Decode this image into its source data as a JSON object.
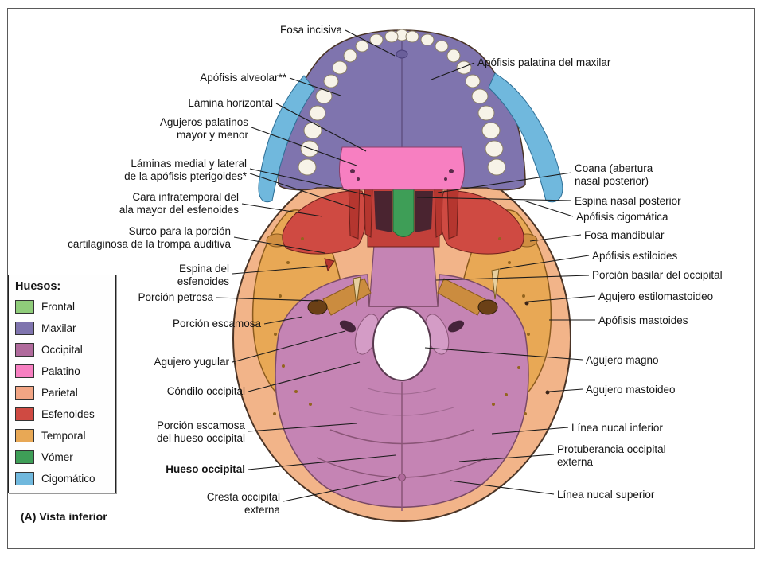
{
  "caption": "(A) Vista inferior",
  "legend": {
    "title": "Huesos:",
    "items": [
      {
        "label": "Frontal",
        "color": "#8fcc7a"
      },
      {
        "label": "Maxilar",
        "color": "#7f74ae"
      },
      {
        "label": "Occipital",
        "color": "#b06a9c"
      },
      {
        "label": "Palatino",
        "color": "#f77fc1"
      },
      {
        "label": "Parietal",
        "color": "#f2a584"
      },
      {
        "label": "Esfenoides",
        "color": "#cf4a42"
      },
      {
        "label": "Temporal",
        "color": "#e8a855"
      },
      {
        "label": "Vómer",
        "color": "#3e9e57"
      },
      {
        "label": "Cigomático",
        "color": "#70b8dd"
      }
    ]
  },
  "labels": {
    "fosa_incisiva": "Fosa incisiva",
    "apofisis_palatina": "Apófisis palatina del maxilar",
    "apofisis_alveolar": "Apófisis alveolar**",
    "lamina_horizontal": "Lámina horizontal",
    "agujeros_palatinos": "Agujeros palatinos\nmayor y menor",
    "laminas_pterigoides": "Láminas medial y lateral\nde la apófisis pterigoides*",
    "cara_infratemporal": "Cara infratemporal del\nala mayor del esfenoides",
    "surco_trompa": "Surco para la porción\ncartilaginosa de la trompa auditiva",
    "espina_esfenoides": "Espina del\nesfenoides",
    "porcion_petrosa": "Porción petrosa",
    "porcion_escamosa": "Porción escamosa",
    "agujero_yugular": "Agujero yugular",
    "condilo_occipital": "Cóndilo occipital",
    "porcion_escamosa_occipital": "Porción escamosa\ndel hueso occipital",
    "hueso_occipital": "Hueso occipital",
    "cresta_occipital": "Cresta occipital\nexterna",
    "coana": "Coana (abertura\nnasal posterior)",
    "espina_nasal": "Espina nasal posterior",
    "apofisis_cigomatica": "Apófisis cigomática",
    "fosa_mandibular": "Fosa mandibular",
    "apofisis_estiloides": "Apófisis estiloides",
    "porcion_basilar": "Porción basilar del occipital",
    "agujero_estilomastoideo": "Agujero estilomastoideo",
    "apofisis_mastoides": "Apófisis mastoides",
    "agujero_magno": "Agujero magno",
    "agujero_mastoideo": "Agujero mastoideo",
    "linea_nucal_inferior": "Línea nucal inferior",
    "protuberancia_occipital": "Protuberancia occipital\nexterna",
    "linea_nucal_superior": "Línea nucal superior"
  }
}
